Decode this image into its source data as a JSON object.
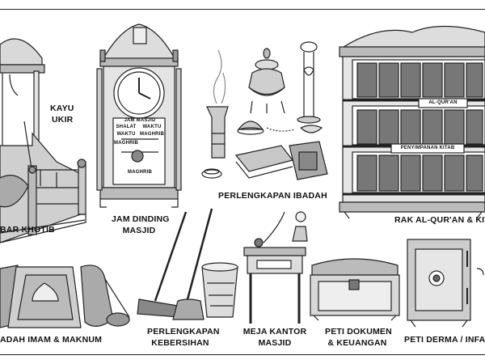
{
  "labels": {
    "kayu_ukir_1": "KAYU",
    "kayu_ukir_2": "UKIR",
    "mimbar": "BAR KHOTIB",
    "jam_1": "JAM DINDING",
    "jam_2": "MASJID",
    "jam_plate": "JAM MASJID",
    "shalat": "SHALAT",
    "waktu_1": "WAKTU",
    "waktu_2": "WAKTU",
    "maghrib_1": "MAGHRIB",
    "maghrib_2": "MAGHRIB",
    "maghrib_3": "MAGHRIB",
    "ibadah": "PERLENGKAPAN IBADAH",
    "rak": "RAK AL-QUR'AN & KITA",
    "alquran_sign": "AL-QUR'AN",
    "kitab_sign": "PENYIMPANAN KITAB",
    "sajadah": "ADAH IMAM & MAKNUM",
    "kebersihan_1": "PERLENGKAPAN",
    "kebersihan_2": "KEBERSIHAN",
    "meja_1": "MEJA KANTOR",
    "meja_2": "MASJID",
    "peti_dok_1": "PETI DOKUMEN",
    "peti_dok_2": "& KEUANGAN",
    "peti_derma": "PETI DERMA / INFAK"
  }
}
